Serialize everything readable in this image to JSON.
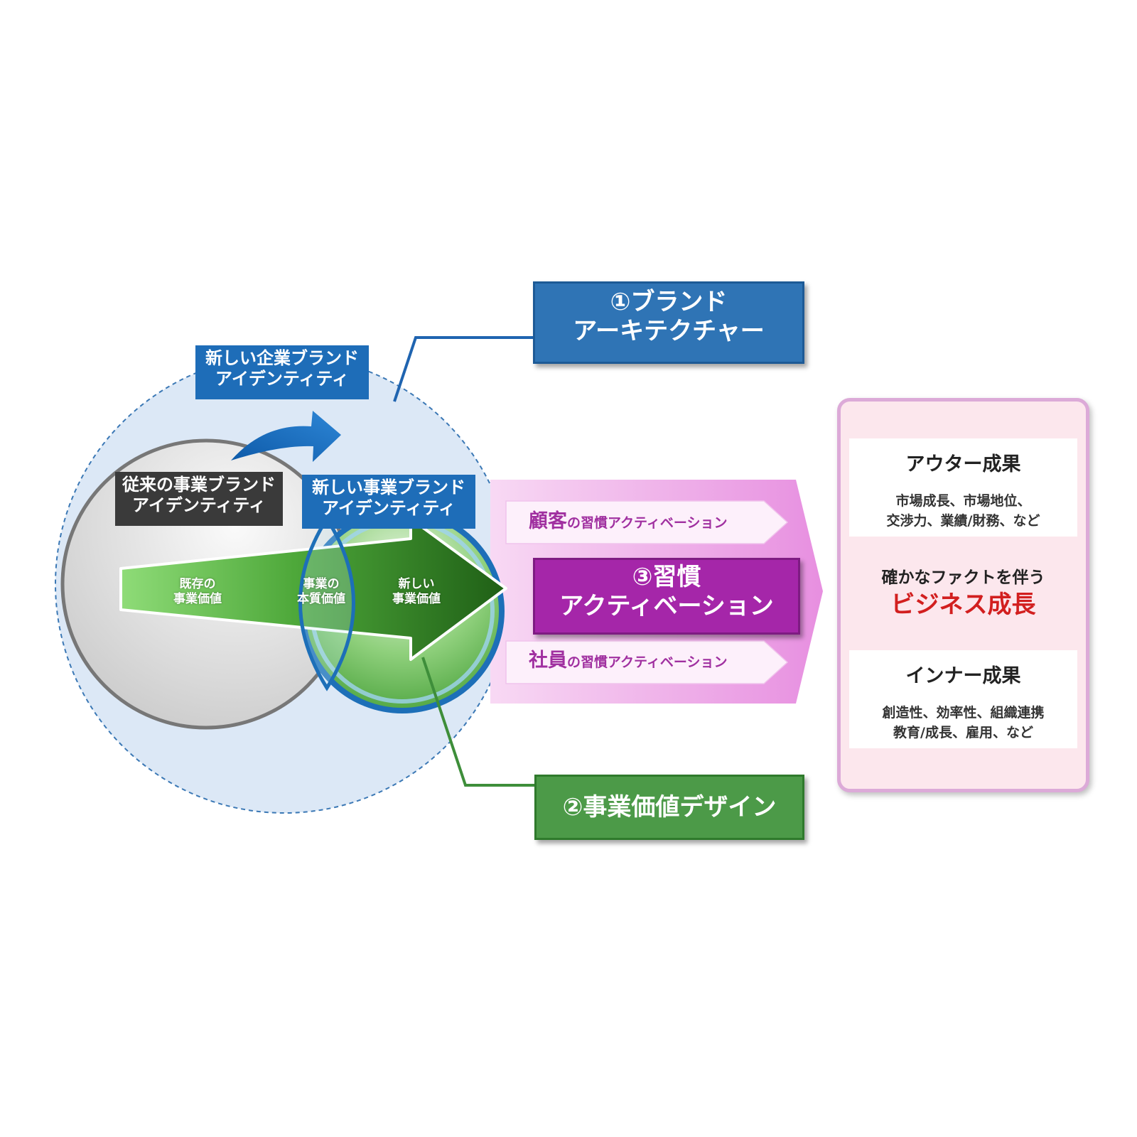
{
  "labels": {
    "new_corporate_brand_line1": "新しい企業ブランド",
    "new_corporate_brand_line2": "アイデンティティ",
    "old_business_brand_line1": "従来の事業ブランド",
    "old_business_brand_line2": "アイデンティティ",
    "new_business_brand_line1": "新しい事業ブランド",
    "new_business_brand_line2": "アイデンティティ"
  },
  "values": {
    "existing_line1": "既存の",
    "existing_line2": "事業価値",
    "essence_line1": "事業の",
    "essence_line2": "本質価値",
    "new_line1": "新しい",
    "new_line2": "事業価値"
  },
  "steps": {
    "brand_architecture_line1": "①ブランド",
    "brand_architecture_line2": "アーキテクチャー",
    "habit_activation_line1": "③習慣",
    "habit_activation_line2": "アクティベーション",
    "business_value_design": "②事業価値デザイン"
  },
  "activation": {
    "customer_prefix": "顧客",
    "customer_suffix": "の習慣アクティベーション",
    "employee_prefix": "社員",
    "employee_suffix": "の習慣アクティベーション"
  },
  "results": {
    "outer_title": "アウター成果",
    "outer_line1": "市場成長、市場地位、",
    "outer_line2": "交渉力、業績/財務、など",
    "fact_line": "確かなファクトを伴う",
    "growth_line": "ビジネス成長",
    "inner_title": "インナー成果",
    "inner_line1": "創造性、効率性、組織連携",
    "inner_line2": "教育/成長、雇用、など"
  },
  "colors": {
    "brand_blue": "#2f74b5",
    "activation_purple": "#a526a9",
    "design_green": "#4c9a48",
    "growth_red": "#d21f1f"
  }
}
